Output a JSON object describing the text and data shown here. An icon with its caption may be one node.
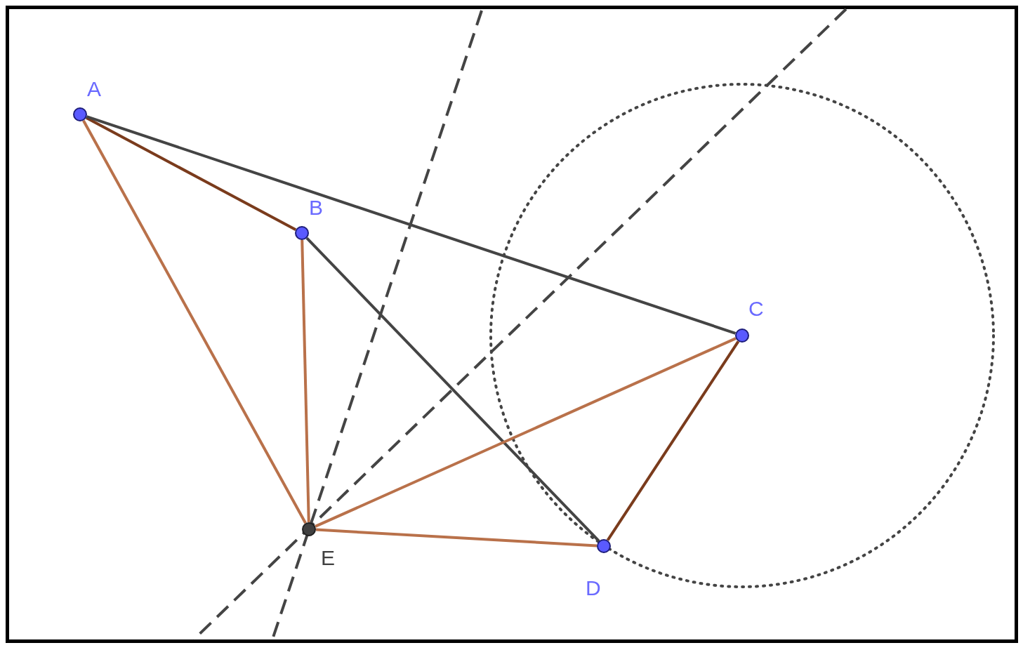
{
  "diagram": {
    "nodes": [
      {
        "text": [
          "A"
        ]
      },
      {
        "text": [
          "B"
        ]
      },
      {
        "text": [
          "C"
        ]
      },
      {
        "text": [
          "D"
        ]
      },
      {
        "text": [
          "E"
        ]
      }
    ],
    "edges": [
      {
        "from": 0,
        "to": 1,
        "arrow": "none",
        "color": "#7a3b1c"
      },
      {
        "from": 0,
        "to": 2,
        "arrow": "none",
        "color": "#444444"
      },
      {
        "from": 1,
        "to": 3,
        "arrow": "none",
        "color": "#444444"
      },
      {
        "from": 2,
        "to": 3,
        "arrow": "none",
        "color": "#7a3b1c"
      },
      {
        "from": 0,
        "to": 4,
        "arrow": "none"
      },
      {
        "from": 1,
        "to": 4,
        "arrow": "none"
      },
      {
        "from": 2,
        "to": 4,
        "arrow": "none"
      },
      {
        "from": 3,
        "to": 4,
        "arrow": "none"
      }
    ]
  }
}
